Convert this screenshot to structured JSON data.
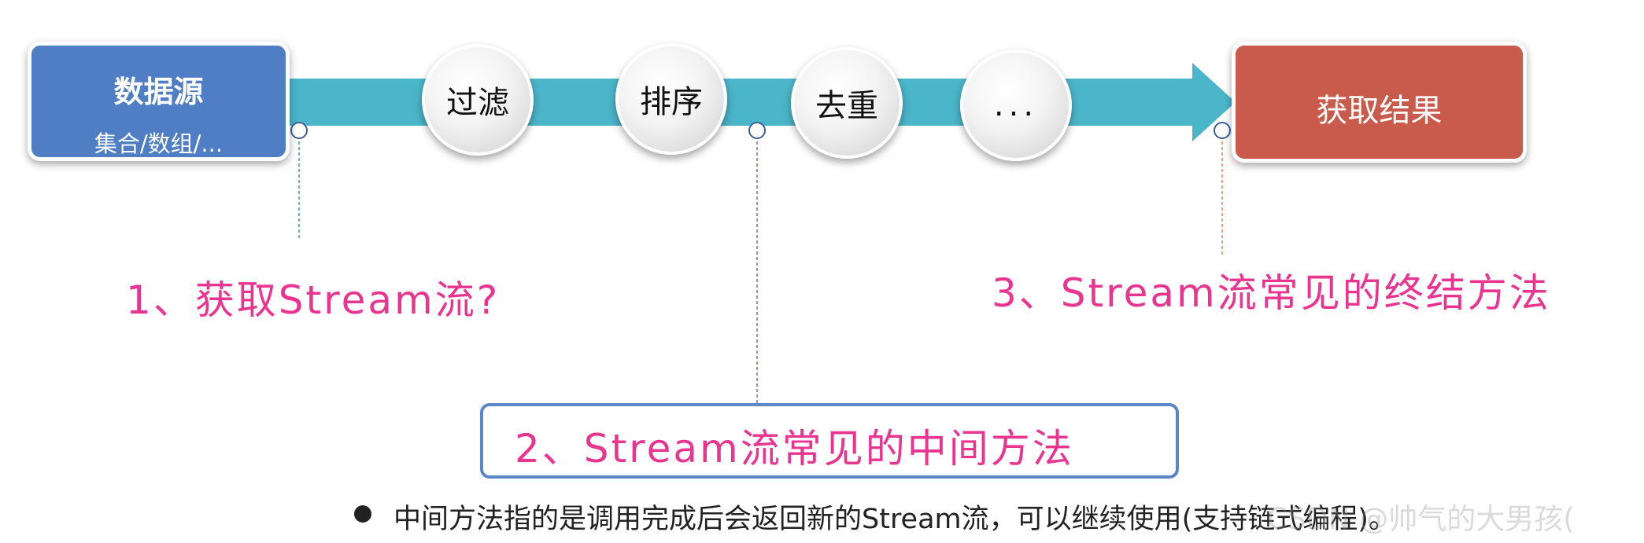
{
  "source": {
    "title": "数据源",
    "subtitle": "集合/数组/..."
  },
  "pipeline_steps": [
    "过滤",
    "排序",
    "去重",
    "..."
  ],
  "result": {
    "label": "获取结果"
  },
  "annotations": {
    "step1": "1、获取Stream流?",
    "step2": "2、Stream流常见的中间方法",
    "step3": "3、Stream流常见的终结方法"
  },
  "bullet": "中间方法指的是调用完成后会返回新的Stream流，可以继续使用(支持链式编程)。",
  "watermark": "CSDN @帅气的大男孩(",
  "colors": {
    "arrow": "#4bb5c9",
    "source_box": "#4f7ec4",
    "result_box": "#c95b4c",
    "handwriting": "#e9358f",
    "mid_box_border": "#5a86c8"
  }
}
